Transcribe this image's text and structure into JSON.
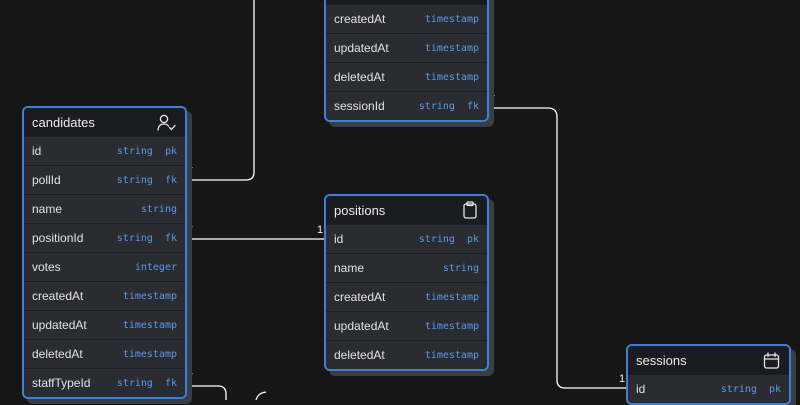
{
  "colors": {
    "background": "#161616",
    "table_border": "#3f7fd9",
    "row_bg": "#2a2c31",
    "type_text": "#5a9ae8",
    "link_line": "#ffffff"
  },
  "tables": {
    "top": {
      "icon": "none",
      "rows": [
        {
          "name": "createdAt",
          "type": "timestamp"
        },
        {
          "name": "updatedAt",
          "type": "timestamp"
        },
        {
          "name": "deletedAt",
          "type": "timestamp"
        },
        {
          "name": "sessionId",
          "type": "string  fk"
        }
      ]
    },
    "candidates": {
      "title": "candidates",
      "icon": "user-check-icon",
      "rows": [
        {
          "name": "id",
          "type": "string  pk"
        },
        {
          "name": "pollId",
          "type": "string  fk"
        },
        {
          "name": "name",
          "type": "string"
        },
        {
          "name": "positionId",
          "type": "string  fk"
        },
        {
          "name": "votes",
          "type": "integer"
        },
        {
          "name": "createdAt",
          "type": "timestamp"
        },
        {
          "name": "updatedAt",
          "type": "timestamp"
        },
        {
          "name": "deletedAt",
          "type": "timestamp"
        },
        {
          "name": "staffTypeId",
          "type": "string  fk"
        }
      ]
    },
    "positions": {
      "title": "positions",
      "icon": "clipboard-icon",
      "rows": [
        {
          "name": "id",
          "type": "string  pk"
        },
        {
          "name": "name",
          "type": "string"
        },
        {
          "name": "createdAt",
          "type": "timestamp"
        },
        {
          "name": "updatedAt",
          "type": "timestamp"
        },
        {
          "name": "deletedAt",
          "type": "timestamp"
        }
      ]
    },
    "sessions": {
      "title": "sessions",
      "icon": "calendar-icon",
      "rows": [
        {
          "name": "id",
          "type": "string  pk"
        }
      ]
    }
  },
  "cardinality": {
    "many": "*",
    "one": "1"
  }
}
